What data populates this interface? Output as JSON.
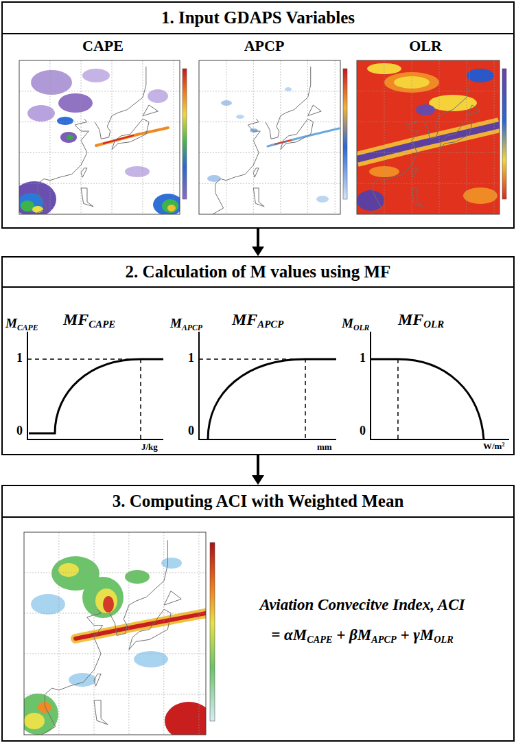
{
  "diagram": {
    "nodes": [
      {
        "text": [
          "1. Input GDAPS Variables"
        ]
      },
      {
        "text": [
          "2. Calculation of M values using MF"
        ]
      },
      {
        "text": [
          "3. Computing ACI with Weighted Mean"
        ]
      }
    ],
    "edges": [
      {
        "from": 0,
        "to": 1,
        "arrow": "to"
      },
      {
        "from": 1,
        "to": 2,
        "arrow": "to"
      }
    ],
    "labels": [
      "CAPE",
      "APCP",
      "OLR",
      "MCAPE",
      "MFCAPE",
      "1",
      "0",
      "J/kg",
      "MAPCP",
      "MFAPCP",
      "1",
      "0",
      "mm",
      "MOLR",
      "MFOLR",
      "1",
      "0",
      "W/m2",
      "Aviation Convecitve Index, ACI",
      "= αMCAPE + βMAPCP + γMOLR"
    ]
  }
}
